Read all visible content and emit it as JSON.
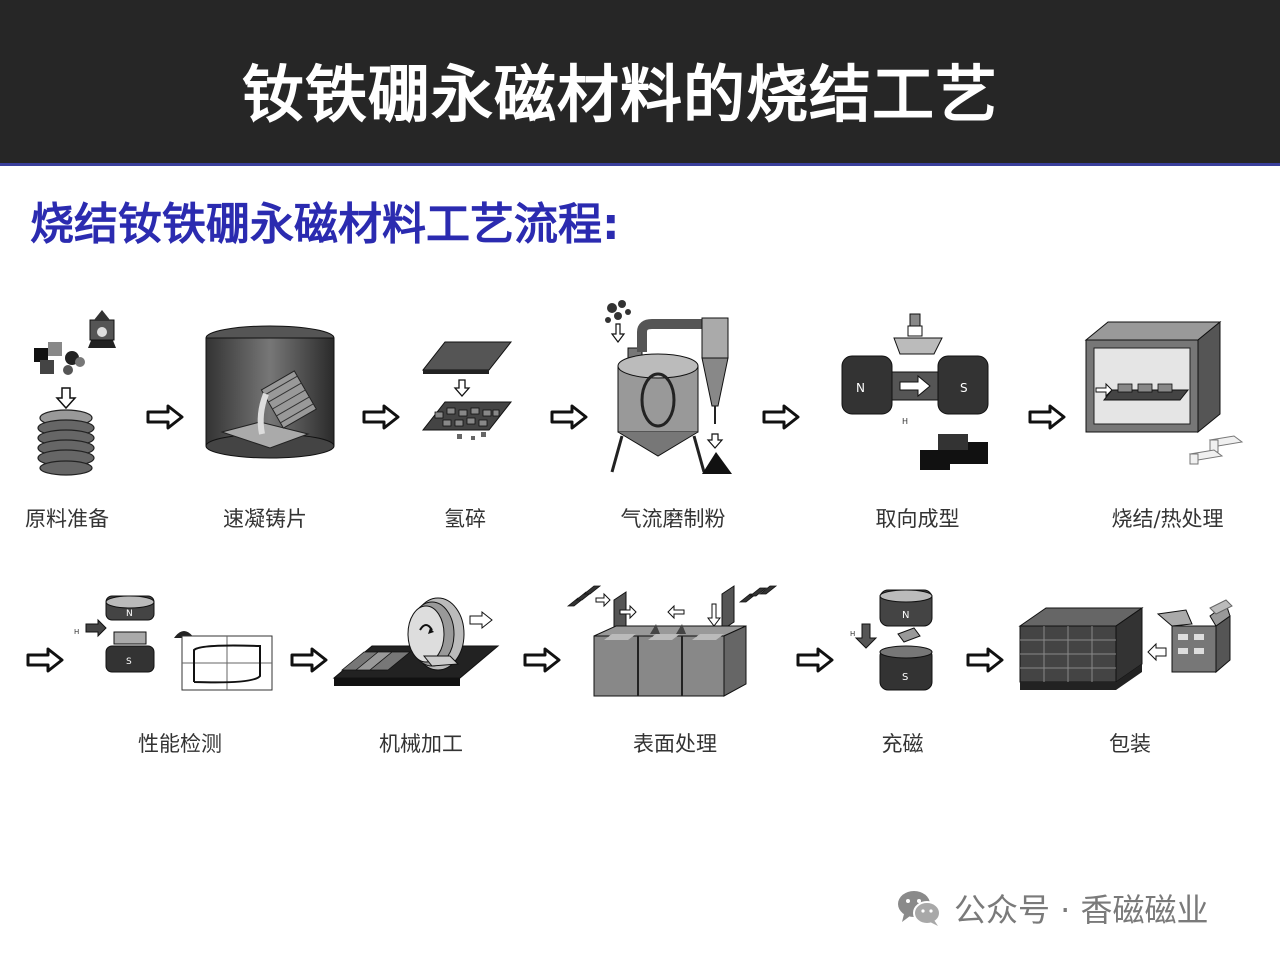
{
  "header": {
    "title": "钕铁硼永磁材料的烧结工艺"
  },
  "subtitle": "烧结钕铁硼永磁材料工艺流程:",
  "steps": [
    {
      "label": "原料准备",
      "icon": "raw-material-icon"
    },
    {
      "label": "速凝铸片",
      "icon": "strip-casting-icon"
    },
    {
      "label": "氢碎",
      "icon": "hydrogen-decrepitation-icon"
    },
    {
      "label": "气流磨制粉",
      "icon": "jet-mill-icon"
    },
    {
      "label": "取向成型",
      "icon": "magnetic-pressing-icon"
    },
    {
      "label": "烧结/热处理",
      "icon": "sintering-furnace-icon"
    },
    {
      "label": "性能检测",
      "icon": "performance-test-icon"
    },
    {
      "label": "机械加工",
      "icon": "machining-icon"
    },
    {
      "label": "表面处理",
      "icon": "surface-treatment-icon"
    },
    {
      "label": "充磁",
      "icon": "magnetizing-icon"
    },
    {
      "label": "包装",
      "icon": "packaging-icon"
    }
  ],
  "footer": {
    "text": "公众号 · 香磁磁业",
    "icon": "wechat-icon"
  }
}
